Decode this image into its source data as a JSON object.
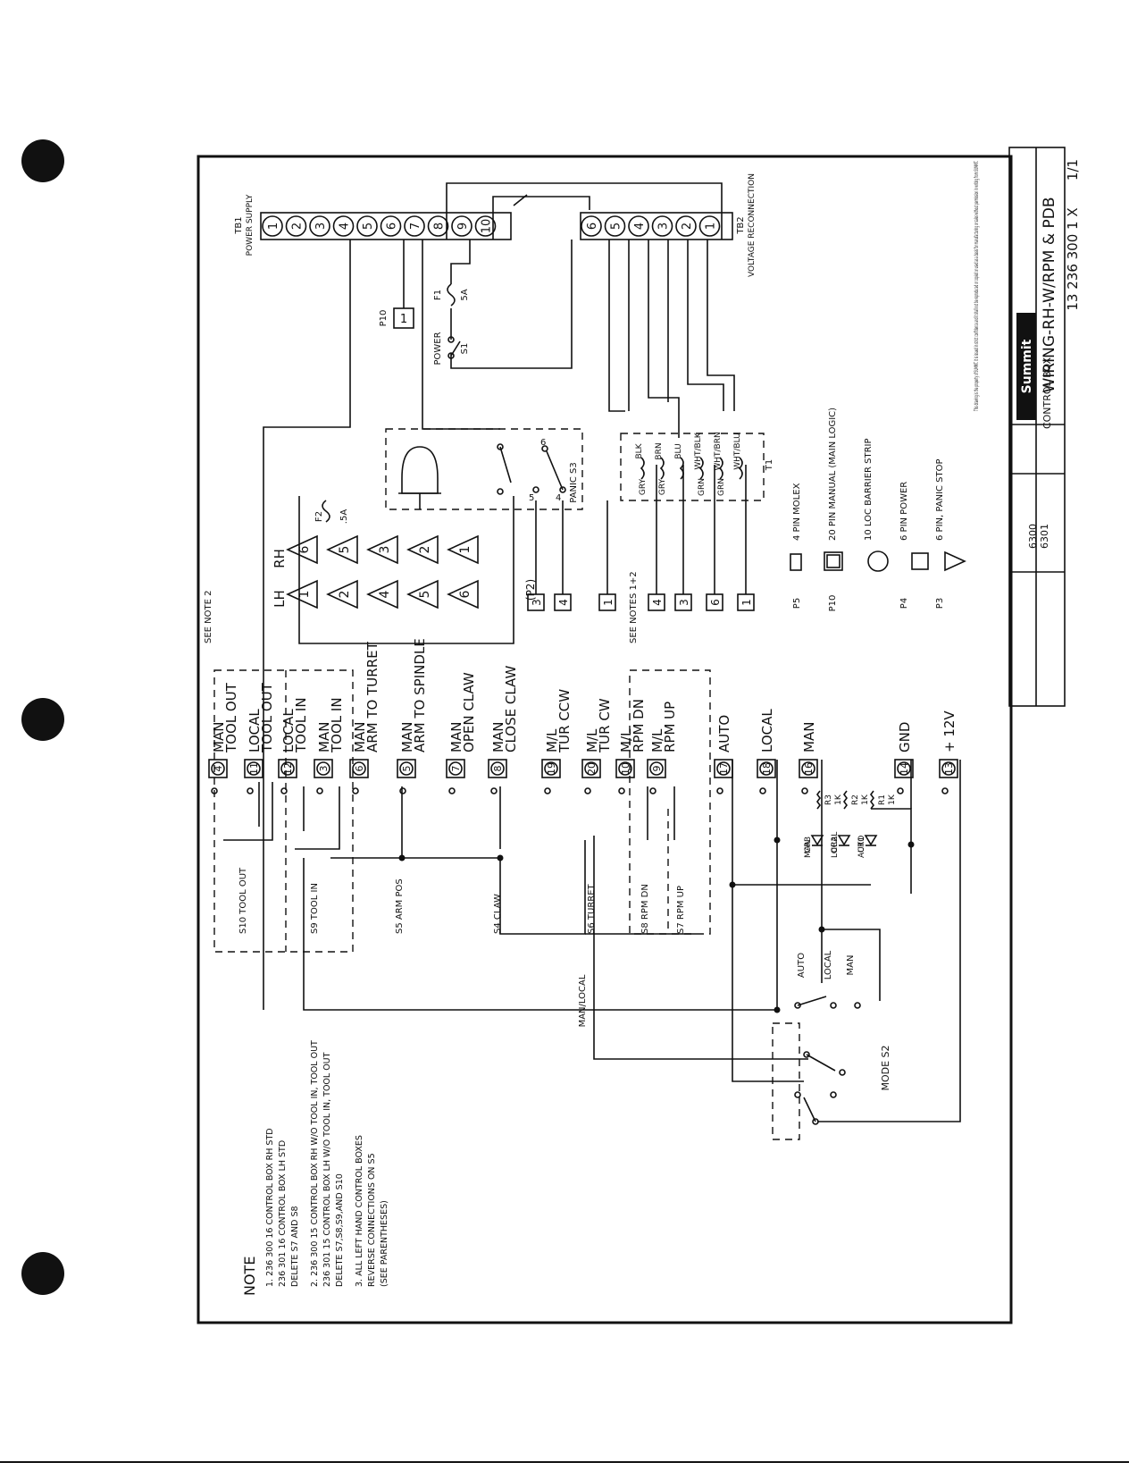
{
  "diagram": {
    "terminal_block_1": {
      "label": "TB1",
      "sublabel": "POWER SUPPLY",
      "terminals": [
        "1",
        "2",
        "3",
        "4",
        "5",
        "6",
        "7",
        "8",
        "9",
        "10"
      ]
    },
    "terminal_block_2": {
      "label": "TB2",
      "sublabel": "VOLTAGE RECONNECTION",
      "terminals": [
        "6",
        "5",
        "4",
        "3",
        "2",
        "1"
      ]
    },
    "p10": {
      "label": "P10",
      "pin": "1"
    },
    "fuse_f1": {
      "label": "F1",
      "rating": "5A"
    },
    "fuse_f2": {
      "label": "F2",
      "rating": ".5A"
    },
    "power_switch": {
      "label": "POWER",
      "ref": "S1"
    },
    "panic_switch": {
      "label": "PANIC S3",
      "pins": [
        "5",
        "6",
        "4"
      ]
    },
    "transformer": {
      "label": "T1",
      "primary": [
        "BLK",
        "BRN",
        "BLU"
      ],
      "primary_secondary": [
        "WHT/BLK",
        "WHT/BRN",
        "WHT/BLU"
      ],
      "secondary": [
        "GRY",
        "GRY",
        "GRN",
        "GRN"
      ]
    },
    "triangles": {
      "lh_label": "LH",
      "rh_label": "RH",
      "lh": [
        "1",
        "2",
        "4",
        "5",
        "6"
      ],
      "rh": [
        "6",
        "5",
        "3",
        "2",
        "1"
      ]
    },
    "p2": {
      "label": "(P2)",
      "pins": [
        "3",
        "4",
        "1"
      ]
    },
    "p4_block": {
      "pins": [
        "4",
        "3",
        "6",
        "1"
      ]
    },
    "notes_refs": {
      "see_note_2": "SEE NOTE 2",
      "see_notes_1_2": "SEE NOTES 1+2"
    },
    "outputs": [
      {
        "num": "4",
        "text1": "MAN",
        "text2": "TOOL OUT"
      },
      {
        "num": "11",
        "text1": "LOCAL",
        "text2": "TOOL OUT"
      },
      {
        "num": "12",
        "text1": "LOCAL",
        "text2": "TOOL IN"
      },
      {
        "num": "3",
        "text1": "MAN",
        "text2": "TOOL IN"
      },
      {
        "num": "6",
        "text1": "MAN",
        "text2": "ARM TO TURRET"
      },
      {
        "num": "5",
        "text1": "MAN",
        "text2": "ARM TO SPINDLE"
      },
      {
        "num": "7",
        "text1": "MAN",
        "text2": "OPEN CLAW"
      },
      {
        "num": "8",
        "text1": "MAN",
        "text2": "CLOSE CLAW"
      },
      {
        "num": "19",
        "text1": "M/L",
        "text2": "TUR CCW"
      },
      {
        "num": "20",
        "text1": "M/L",
        "text2": "TUR CW"
      },
      {
        "num": "10",
        "text1": "M/L",
        "text2": "RPM DN"
      },
      {
        "num": "9",
        "text1": "M/L",
        "text2": "RPM UP"
      },
      {
        "num": "17",
        "text1": "AUTO",
        "text2": ""
      },
      {
        "num": "18",
        "text1": "LOCAL",
        "text2": ""
      },
      {
        "num": "16",
        "text1": "MAN",
        "text2": ""
      },
      {
        "num": "14",
        "text1": "GND",
        "text2": ""
      },
      {
        "num": "13",
        "text1": "+ 12V",
        "text2": ""
      }
    ],
    "switches": [
      "S10 TOOL OUT",
      "S9 TOOL IN",
      "S5 ARM POS",
      "S4 CLAW",
      "S6 TURRET",
      "S8 RPM DN",
      "S7 RPM UP"
    ],
    "man_local": "MAN/LOCAL",
    "leds": [
      {
        "ref": "CR1",
        "label": "AUTO",
        "res": "R1",
        "val": "1K"
      },
      {
        "ref": "CR2",
        "label": "LOCAL",
        "res": "R2",
        "val": "1K"
      },
      {
        "ref": "CR3",
        "label": "MAN",
        "res": "R3",
        "val": "1K"
      }
    ],
    "mode_switch": {
      "label": "MODE S2",
      "positions": [
        "AUTO",
        "LOCAL",
        "MAN"
      ]
    },
    "legend": [
      {
        "ref": "P5",
        "text": "4 PIN MOLEX"
      },
      {
        "ref": "P10",
        "text": "20 PIN MANUAL (MAIN LOGIC)"
      },
      {
        "ref": "",
        "text": "10 LOC BARRIER STRIP"
      },
      {
        "ref": "P4",
        "text": "6 PIN POWER"
      },
      {
        "ref": "P3",
        "text": "6 PIN, PANIC STOP"
      }
    ],
    "notes": {
      "title": "NOTE",
      "items": [
        "1. 236 300 16 CONTROL BOX RH STD",
        "236 301 16 CONTROL BOX LH STD",
        "DELETE S7 AND S8",
        "2. 236 300 15 CONTROL BOX RH W/O TOOL IN, TOOL OUT",
        "236 301 15 CONTROL BOX LH W/O TOOL IN, TOOL OUT",
        "DELETE S7,S8,S9,AND S10",
        "3. ALL LEFT HAND CONTROL BOXES",
        "REVERSE CONNECTIONS ON S5",
        "(SEE PARENTHESES)"
      ]
    }
  },
  "title_block": {
    "property_notice": "This drawing is the property of SUMMIT. It is issued in strict confidence and it shall not be reproduced or copied or used as a basis for manufacturing or sales without permission in writing from SUMMIT.",
    "company": "Summit",
    "subtitle": "CONTROL BOX",
    "title": "WIRING-RH-W/RPM & PDB",
    "drawing_number": "13 236 300 1 X",
    "sheet": "1/1",
    "models": [
      "6300",
      "6301"
    ]
  }
}
